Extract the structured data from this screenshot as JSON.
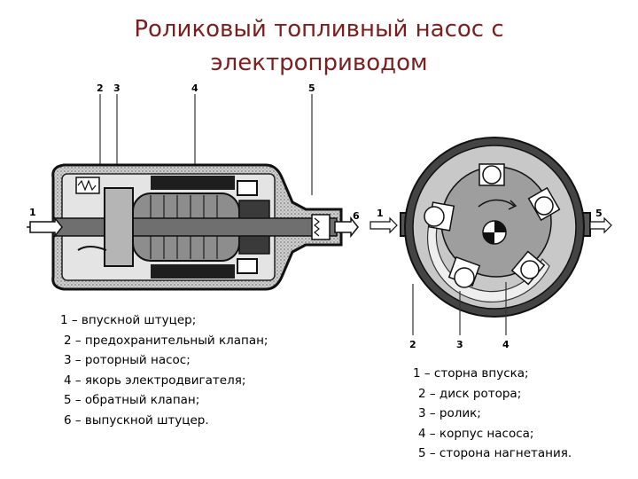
{
  "title": {
    "line1": "Роликовый топливный насос с",
    "line2": "электроприводом"
  },
  "left_diagram": {
    "callouts": [
      "1",
      "2",
      "3",
      "4",
      "5",
      "6"
    ]
  },
  "right_diagram": {
    "callouts": [
      "1",
      "2",
      "3",
      "4",
      "5"
    ]
  },
  "legend_left": [
    "1 – впускной штуцер;",
    "2 – предохранительный клапан;",
    "3 – роторный насос;",
    "4 – якорь электродвигателя;",
    "5 – обратный клапан;",
    "6 – выпускной штуцер."
  ],
  "legend_right": [
    "1 – сторна впуска;",
    "2 – диск ротора;",
    "3 – ролик;",
    "4 – корпус насоса;",
    "5 – сторона нагнетания."
  ],
  "colors": {
    "title": "#7a1f1f",
    "body_fill": "#d9d9d9",
    "dark": "#222222"
  }
}
